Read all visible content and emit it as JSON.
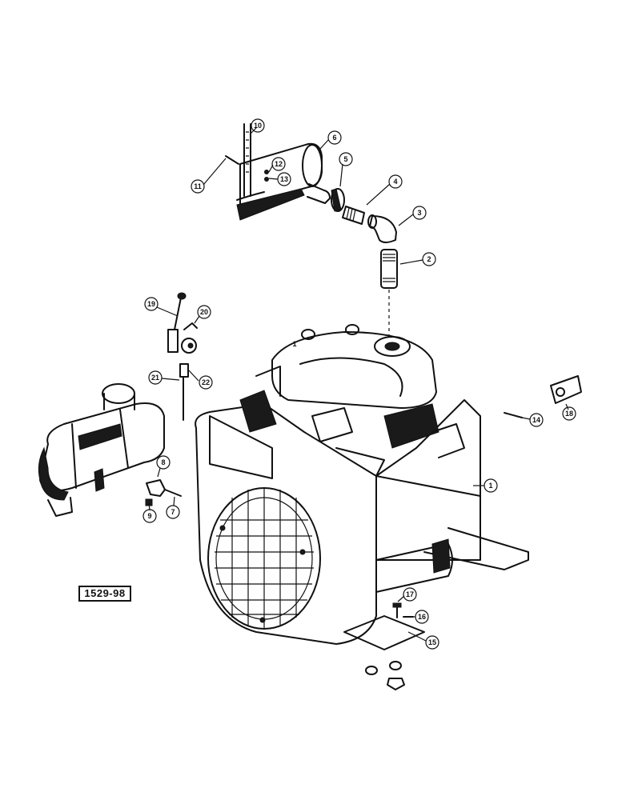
{
  "figure_label": "1529-98",
  "callouts": [
    {
      "id": "c1",
      "text": "1"
    },
    {
      "id": "c2",
      "text": "2"
    },
    {
      "id": "c3",
      "text": "3"
    },
    {
      "id": "c4",
      "text": "4"
    },
    {
      "id": "c5",
      "text": "5"
    },
    {
      "id": "c6",
      "text": "6"
    },
    {
      "id": "c7",
      "text": "7"
    },
    {
      "id": "c8",
      "text": "8"
    },
    {
      "id": "c9",
      "text": "9"
    },
    {
      "id": "c10",
      "text": "10"
    },
    {
      "id": "c11",
      "text": "11"
    },
    {
      "id": "c12",
      "text": "12"
    },
    {
      "id": "c13",
      "text": "13"
    },
    {
      "id": "c14",
      "text": "14"
    },
    {
      "id": "c15",
      "text": "15"
    },
    {
      "id": "c16",
      "text": "16"
    },
    {
      "id": "c17",
      "text": "17"
    },
    {
      "id": "c18",
      "text": "18"
    },
    {
      "id": "c19",
      "text": "19"
    },
    {
      "id": "c20",
      "text": "20"
    },
    {
      "id": "c21",
      "text": "21"
    },
    {
      "id": "c22",
      "text": "22"
    },
    {
      "id": "c1b",
      "text": "1"
    }
  ]
}
